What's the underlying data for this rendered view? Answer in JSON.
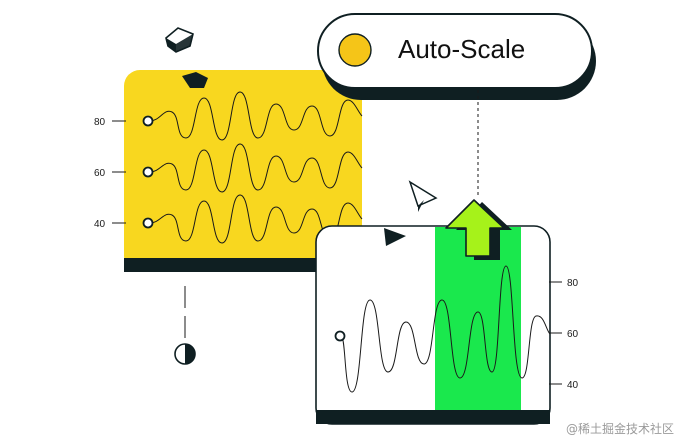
{
  "pill": {
    "label": "Auto-Scale",
    "dot_color": "#F5C518"
  },
  "left_panel": {
    "color": "#F8D71F",
    "y_ticks": [
      "80",
      "60",
      "40"
    ]
  },
  "right_panel": {
    "highlight_color": "#1AE84D",
    "arrow_color": "#A6F21A",
    "y_ticks": [
      "80",
      "60",
      "40"
    ]
  },
  "watermark": "@稀土掘金技术社区"
}
